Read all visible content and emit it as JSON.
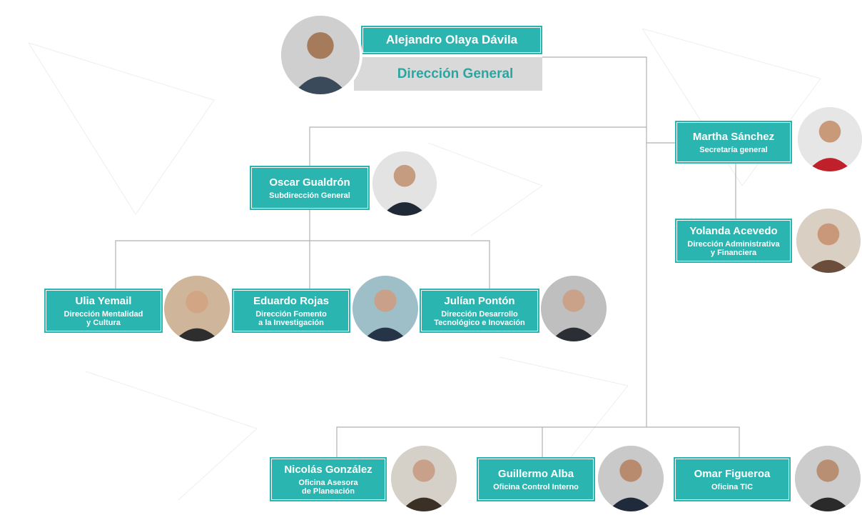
{
  "colors": {
    "accent": "#2bb5b1",
    "accent_text": "#2aa6a2",
    "line": "#aaaaaa",
    "role_bg": "#d9d9d9"
  },
  "director": {
    "name": "Alejandro Olaya Dávila",
    "role": "Dirección General",
    "photo_icon": "person-photo-icon"
  },
  "people": {
    "martha": {
      "name": "Martha Sánchez",
      "role": "Secretaría general"
    },
    "yolanda": {
      "name": "Yolanda Acevedo",
      "role": "Dirección Administrativa\ny Financiera"
    },
    "oscar": {
      "name": "Oscar Gualdrón",
      "role": "Subdirección General"
    },
    "ulia": {
      "name": "Ulia Yemail",
      "role": "Dirección Mentalidad\ny Cultura"
    },
    "eduardo": {
      "name": "Eduardo Rojas",
      "role": "Dirección Fomento\na la Investigación"
    },
    "julian": {
      "name": "Julían Pontón",
      "role": "Dirección Desarrollo\nTecnológico e Inovación"
    },
    "nicolas": {
      "name": "Nicolás González",
      "role": "Oficina Asesora\nde Planeación"
    },
    "guillermo": {
      "name": "Guillermo Alba",
      "role": "Oficina Control Interno"
    },
    "omar": {
      "name": "Omar Figueroa",
      "role": "Oficina TIC"
    }
  }
}
